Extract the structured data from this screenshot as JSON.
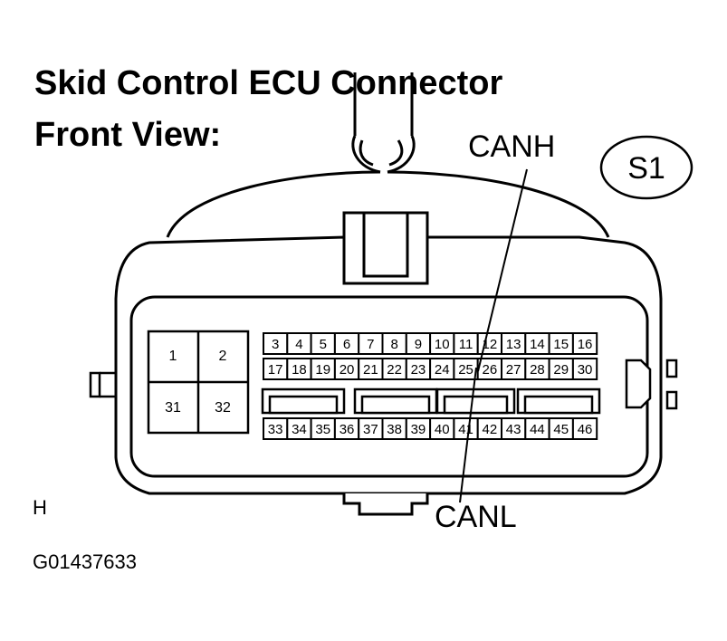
{
  "title_line1": "Skid Control ECU Connector",
  "title_line2": "Front View:",
  "connector_code": "S1",
  "callouts": {
    "canh": "CANH",
    "canl": "CANL"
  },
  "big_pins": [
    "1",
    "2",
    "31",
    "32"
  ],
  "pin_rows": [
    [
      "3",
      "4",
      "5",
      "6",
      "7",
      "8",
      "9",
      "10",
      "11",
      "12",
      "13",
      "14",
      "15",
      "16"
    ],
    [
      "17",
      "18",
      "19",
      "20",
      "21",
      "22",
      "23",
      "24",
      "25",
      "26",
      "27",
      "28",
      "29",
      "30"
    ],
    [
      "33",
      "34",
      "35",
      "36",
      "37",
      "38",
      "39",
      "40",
      "41",
      "42",
      "43",
      "44",
      "45",
      "46"
    ]
  ],
  "corner_letter": "H",
  "figure_code": "G01437633"
}
